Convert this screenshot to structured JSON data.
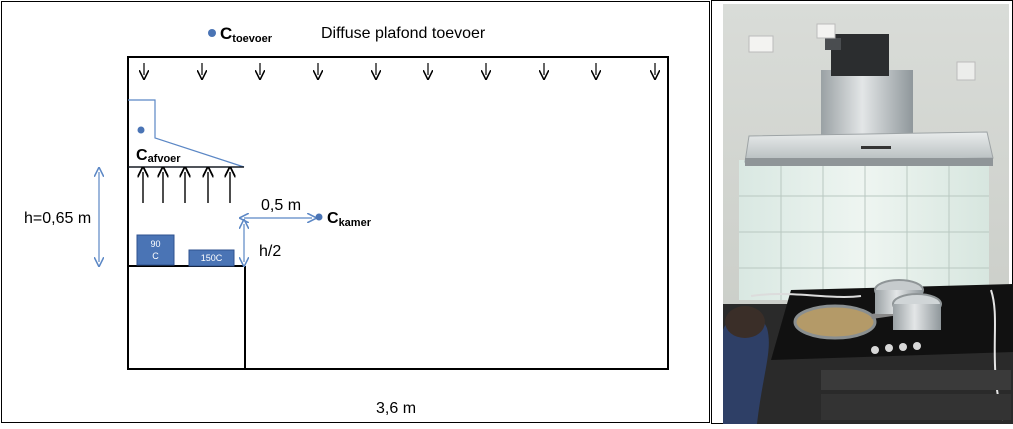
{
  "diagram": {
    "supply_label": "Diffuse plafond toevoer",
    "sensor_supply": {
      "base": "C",
      "sub": "toevoer"
    },
    "sensor_exhaust": {
      "base": "C",
      "sub": "afvoer"
    },
    "sensor_room": {
      "base": "C",
      "sub": "kamer"
    },
    "height_label": "h=0,65 m",
    "distance_label": "0,5 m",
    "half_height_label": "h/2",
    "pot_left": {
      "line1": "90",
      "line2": "C"
    },
    "pot_right": {
      "label": "150C"
    },
    "width_label": "3,6 m"
  },
  "colors": {
    "border": "#000000",
    "arrow_blue": "#5b87c5",
    "sensor": "#4a74b5",
    "pot_fill": "#4a74b5",
    "pot_stroke": "#2f528f",
    "pot_text": "#ffffff"
  },
  "photo": {
    "description_icon": "kitchen-hood-photo"
  }
}
